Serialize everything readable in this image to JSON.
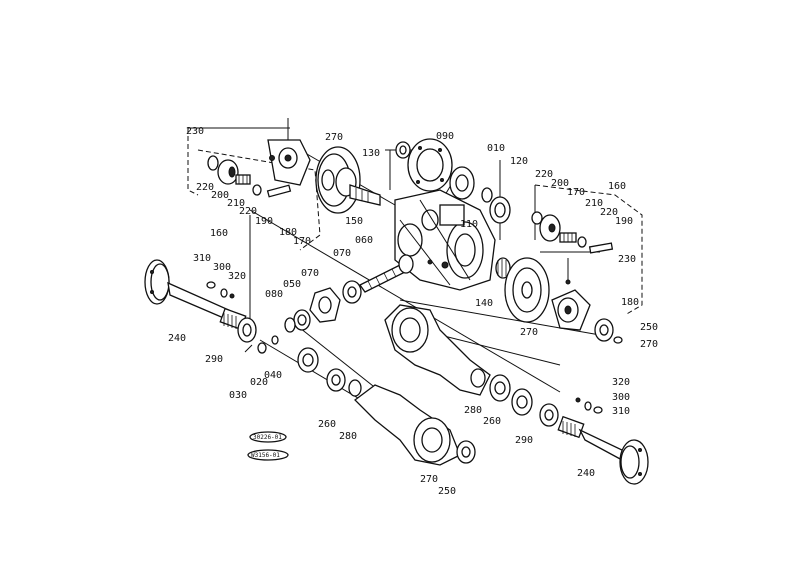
{
  "labels": [
    {
      "text": "230"
    },
    {
      "text": "270"
    },
    {
      "text": "130"
    },
    {
      "text": "090"
    },
    {
      "text": "010"
    },
    {
      "text": "120"
    },
    {
      "text": "220"
    },
    {
      "text": "200"
    },
    {
      "text": "210"
    },
    {
      "text": "220"
    },
    {
      "text": "190"
    },
    {
      "text": "160"
    },
    {
      "text": "180"
    },
    {
      "text": "170"
    },
    {
      "text": "150"
    },
    {
      "text": "110"
    },
    {
      "text": "220"
    },
    {
      "text": "200"
    },
    {
      "text": "170"
    },
    {
      "text": "160"
    },
    {
      "text": "210"
    },
    {
      "text": "220"
    },
    {
      "text": "190"
    },
    {
      "text": "060"
    },
    {
      "text": "310"
    },
    {
      "text": "300"
    },
    {
      "text": "320"
    },
    {
      "text": "080"
    },
    {
      "text": "050"
    },
    {
      "text": "070"
    },
    {
      "text": "070"
    },
    {
      "text": "230"
    },
    {
      "text": "140"
    },
    {
      "text": "180"
    },
    {
      "text": "240"
    },
    {
      "text": "290"
    },
    {
      "text": "270"
    },
    {
      "text": "250"
    },
    {
      "text": "270"
    },
    {
      "text": "030"
    },
    {
      "text": "020"
    },
    {
      "text": "040"
    },
    {
      "text": "260"
    },
    {
      "text": "280"
    },
    {
      "text": "280"
    },
    {
      "text": "260"
    },
    {
      "text": "320"
    },
    {
      "text": "300"
    },
    {
      "text": "310"
    },
    {
      "text": "290"
    },
    {
      "text": "240"
    },
    {
      "text": "270"
    },
    {
      "text": "250"
    }
  ],
  "stamps": [
    {
      "text": "30226-01"
    },
    {
      "text": "W3156-01"
    }
  ]
}
